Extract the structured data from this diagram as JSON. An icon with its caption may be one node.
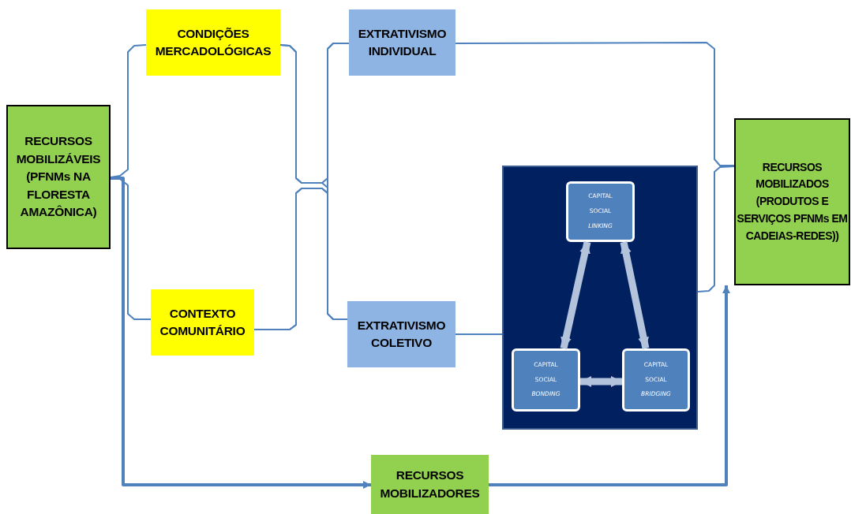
{
  "diagram": {
    "nodes": [
      {
        "text": [
          "RECURSOS MOBILIZÁVEIS (PFNMs NA FLORESTA AMAZÔNICA)"
        ]
      },
      {
        "text": [
          "CONDIÇÕES MERCADOLÓGICAS"
        ]
      },
      {
        "text": [
          "EXTRATIVISMO INDIVIDUAL"
        ]
      },
      {
        "text": [
          "CONTEXTO COMUNITÁRIO"
        ]
      },
      {
        "text": [
          "EXTRATIVISMO COLETIVO"
        ]
      },
      {
        "text": [],
        "shape": "box"
      },
      {
        "text": [
          "CAPITAL SOCIAL *LINKING*"
        ],
        "in": 5
      },
      {
        "text": [
          "CAPITAL SOCIAL *BONDING*"
        ],
        "in": 5
      },
      {
        "text": [
          "CAPITAL SOCIAL *BRIDGING*"
        ],
        "in": 5
      },
      {
        "text": [
          "RECURSOS MOBILIZADOS (PRODUTOS E SERVIÇOS PFNMs EM CADEIAS-REDES))"
        ]
      },
      {
        "text": [
          "RECURSOS MOBILIZADORES"
        ]
      }
    ],
    "edges": [
      {
        "from": 0,
        "to": 1,
        "arrow": "none"
      },
      {
        "from": 0,
        "to": 3,
        "arrow": "none"
      },
      {
        "from": 1,
        "to": 2,
        "arrow": "none"
      },
      {
        "from": 1,
        "to": 4,
        "arrow": "none"
      },
      {
        "from": 3,
        "to": 2,
        "arrow": "none"
      },
      {
        "from": 3,
        "to": 4,
        "arrow": "none"
      },
      {
        "from": 4,
        "to": 5,
        "arrow": "none"
      },
      {
        "from": 2,
        "to": 9,
        "arrow": "none"
      },
      {
        "from": 5,
        "to": 9,
        "arrow": "none"
      },
      {
        "from": 6,
        "to": 7,
        "arrow": "both",
        "style": "thick",
        "color": "#b4c3dc"
      },
      {
        "from": 6,
        "to": 8,
        "arrow": "both",
        "style": "thick",
        "color": "#b4c3dc"
      },
      {
        "from": 7,
        "to": 8,
        "arrow": "both",
        "style": "thick",
        "color": "#b4c3dc"
      },
      {
        "from": 0,
        "to": 10,
        "arrow": "to",
        "style": "thick"
      },
      {
        "from": 10,
        "to": 9,
        "arrow": "to",
        "style": "thick"
      }
    ]
  }
}
